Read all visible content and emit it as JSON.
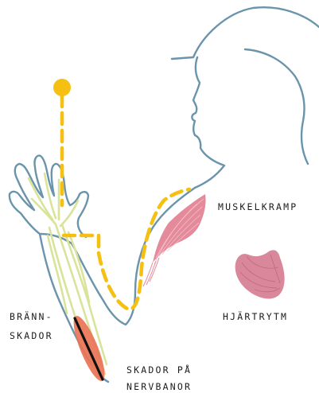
{
  "labels": {
    "muscle_cramp": "MUSKELKRAMP",
    "heart_rhythm": "HJÄRTRYTM",
    "burns_line1": "BRÄNN-",
    "burns_line2": "SKADOR",
    "nerve_damage_line1": "SKADOR PÅ",
    "nerve_damage_line2": "NERVBANOR"
  },
  "colors": {
    "outline": "#6a94ab",
    "current_path": "#f5c011",
    "nerves": "#d9e39a",
    "muscle": "#e48a9a",
    "heart": "#d9879b",
    "burn": "#ea7355",
    "text": "#1c1c1c"
  }
}
